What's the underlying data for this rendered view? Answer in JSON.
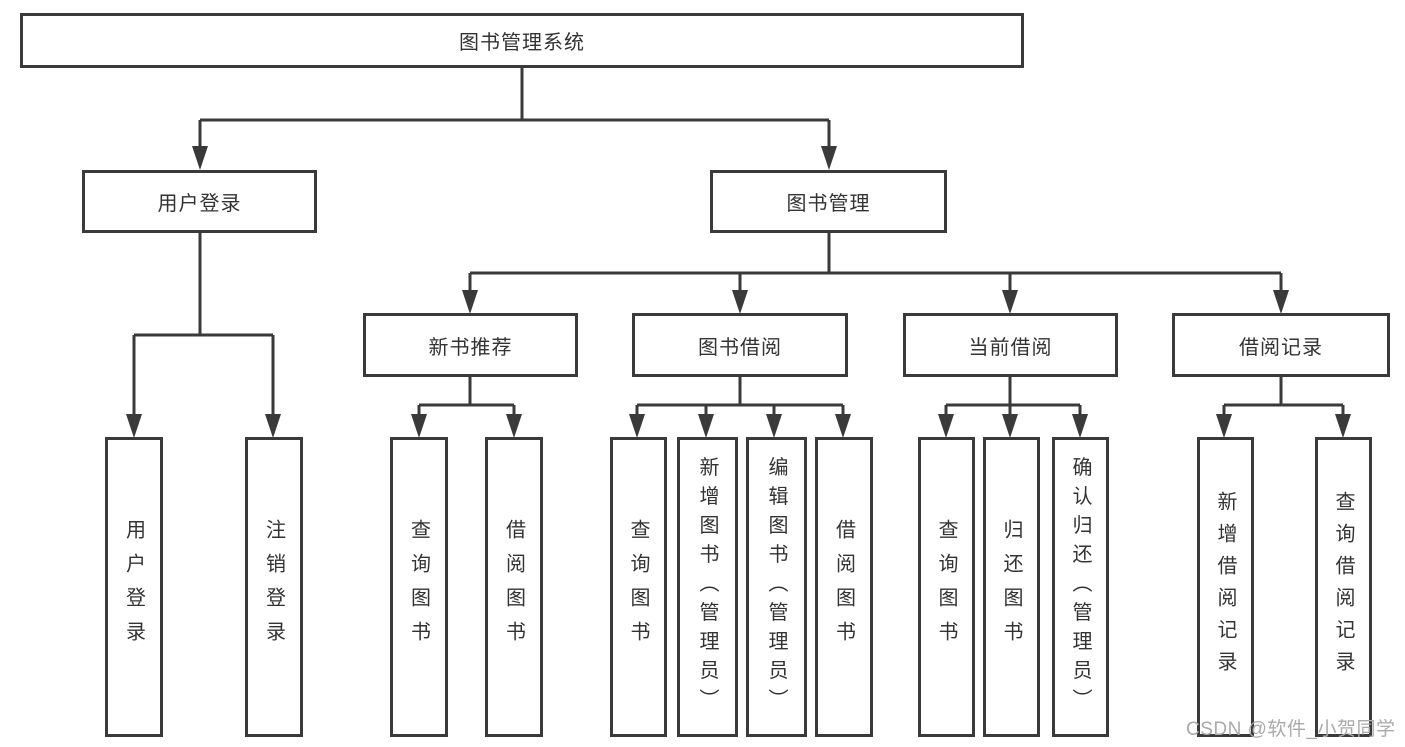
{
  "colors": {
    "background": "#ffffff",
    "box_border": "#3a3a3a",
    "connector_line": "#3a3a3a",
    "node_text": "#333333",
    "watermark_text": "#aaaaaa"
  },
  "watermark": {
    "text": "CSDN @软件_小贺同学"
  },
  "diagram": {
    "type": "hierarchy-tree",
    "root": {
      "label": "图书管理系统"
    },
    "branches": [
      {
        "label": "用户登录",
        "children": [
          {
            "label": "用户登录"
          },
          {
            "label": "注销登录"
          }
        ]
      },
      {
        "label": "图书管理",
        "children": [
          {
            "label": "新书推荐",
            "children": [
              {
                "label": "查询图书"
              },
              {
                "label": "借阅图书"
              }
            ]
          },
          {
            "label": "图书借阅",
            "children": [
              {
                "label": "查询图书"
              },
              {
                "label": "新增图书（管理员）"
              },
              {
                "label": "编辑图书（管理员）"
              },
              {
                "label": "借阅图书"
              }
            ]
          },
          {
            "label": "当前借阅",
            "children": [
              {
                "label": "查询图书"
              },
              {
                "label": "归还图书"
              },
              {
                "label": "确认归还（管理员）"
              }
            ]
          },
          {
            "label": "借阅记录",
            "children": [
              {
                "label": "新增借阅记录"
              },
              {
                "label": "查询借阅记录"
              }
            ]
          }
        ]
      }
    ]
  }
}
